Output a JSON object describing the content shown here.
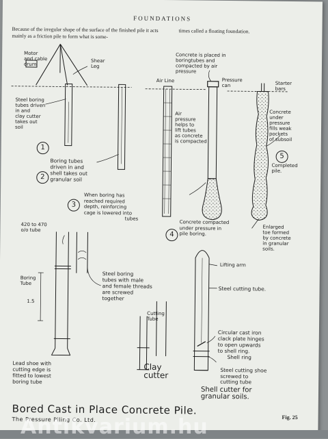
{
  "header": {
    "running_head": "FOUNDATIONS"
  },
  "intro": {
    "left": "Because of the irregular shape of the surface of the finished pile it acts mainly as a friction pile to form what is some-",
    "right": "times called a floating foundation."
  },
  "labels": {
    "motor_drum": [
      "Motor",
      "and cable",
      "drum"
    ],
    "shear_leg": [
      "Shear",
      "Leg"
    ],
    "air_line": "Air Line",
    "concrete_placed": [
      "Concrete is placed in",
      "boringtubes and",
      "compacted by air",
      "pressure"
    ],
    "pressure_can": [
      "Pressure",
      "can"
    ],
    "starter_bars": [
      "Starter",
      "bars"
    ],
    "step1_text": [
      "Steel boring",
      "tubes driven",
      "in and",
      "clay cutter",
      "takes out",
      "soil"
    ],
    "air_pressure": [
      "Air",
      "pressure",
      "helps to",
      "lift tubes",
      "as concrete",
      "is compacted"
    ],
    "concrete_under_pressure": [
      "Concrete",
      "under",
      "pressure",
      "fills weak",
      "pockets",
      "of subsoil"
    ],
    "step2_text": [
      "Boring tubes",
      "driven in and",
      "shell takes out",
      "granular soil"
    ],
    "completed_pile": [
      "Completed",
      "pile."
    ],
    "step3_text": [
      "When boring has",
      "reached required",
      "depth, reinforcing",
      "cage is lowered into",
      "tubes"
    ],
    "step4_text": [
      "Concrete compacted",
      "under pressure in",
      "pile boring."
    ],
    "enlarged_toe": [
      "Enlarged",
      "toe formed",
      "by concrete",
      "in granular",
      "soils."
    ],
    "tube_size": [
      "420 to 470",
      "o/o tube"
    ],
    "boring_tube": [
      "Boring",
      "Tube"
    ],
    "ratio": "1.5",
    "male_female": [
      "Steel boring",
      "tubes with male",
      "and female threads",
      "are screwed",
      "together"
    ],
    "lifting_arm": "Lifting arm",
    "steel_cutting_tube": "Steel cutting tube.",
    "cutting_tube": [
      "Cutting",
      "Tube"
    ],
    "clack_plate": [
      "Circular cast iron",
      "clack plate hinges",
      "to open upwards",
      "to shell ring."
    ],
    "shell_ring": "Shell ring",
    "lead_shoe": [
      "Lead shoe with",
      "cutting edge is",
      "fitted to lowest",
      "boring tube"
    ],
    "clay_cutter": [
      "Clay",
      "cutter"
    ],
    "cutting_shoe": [
      "Steel cutting shoe",
      "screwed to",
      "cutting tube"
    ],
    "shell_cutter": [
      "Shell cutter for",
      "granular soils."
    ],
    "step_numbers": [
      "1",
      "2",
      "3",
      "4",
      "5"
    ]
  },
  "caption": {
    "title": "Bored Cast in Place Concrete Pile.",
    "credit": "The Pressure Piling Co. Ltd."
  },
  "figure_number": "Fig. 25",
  "watermark": "Antikvarium.hu",
  "colors": {
    "paper": "#eceee9",
    "ink": "#1c1c1c",
    "background": "#8d9193"
  }
}
